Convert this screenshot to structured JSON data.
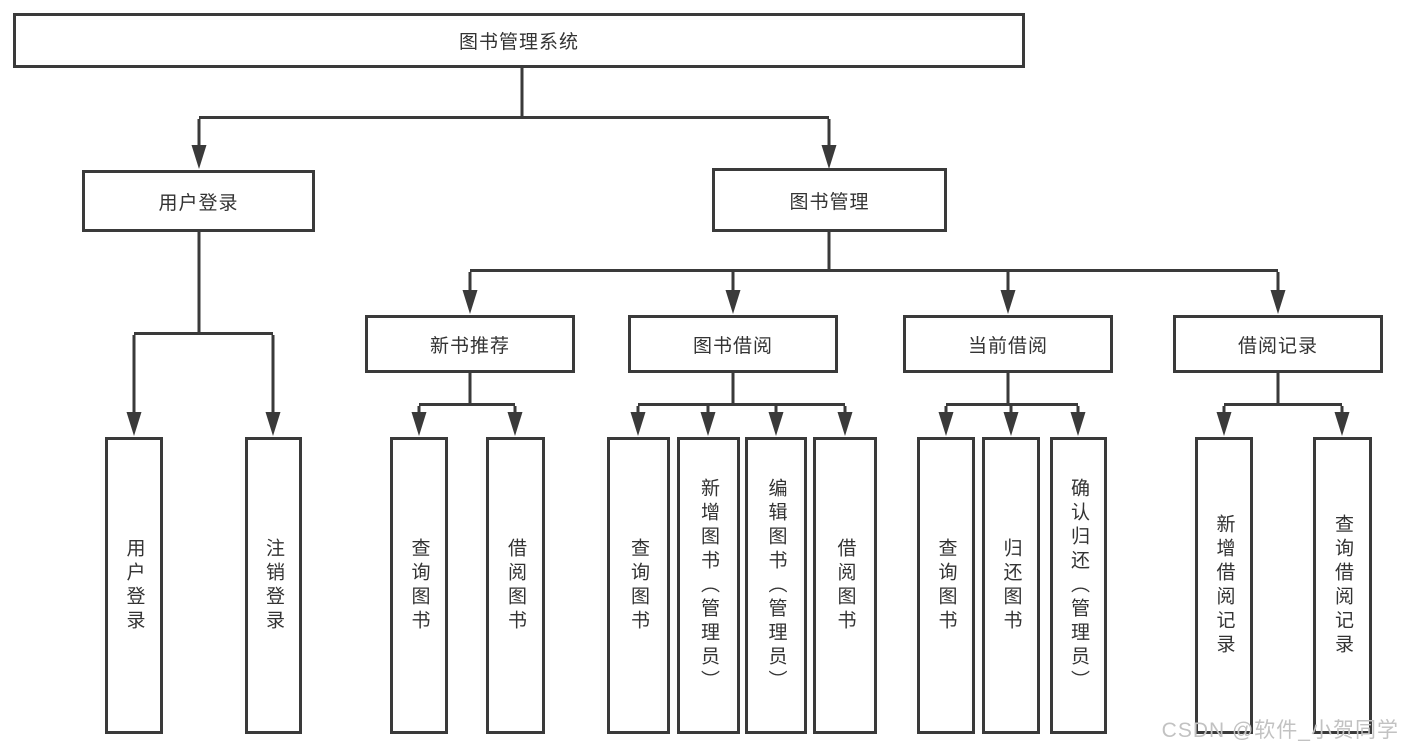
{
  "tree": {
    "label": "图书管理系统",
    "children": [
      {
        "label": "用户登录",
        "children": [
          {
            "label": "用户登录"
          },
          {
            "label": "注销登录"
          }
        ]
      },
      {
        "label": "图书管理",
        "children": [
          {
            "label": "新书推荐",
            "children": [
              {
                "label": "查询图书"
              },
              {
                "label": "借阅图书"
              }
            ]
          },
          {
            "label": "图书借阅",
            "children": [
              {
                "label": "查询图书"
              },
              {
                "label": "新增图书（管理员）"
              },
              {
                "label": "编辑图书（管理员）"
              },
              {
                "label": "借阅图书"
              }
            ]
          },
          {
            "label": "当前借阅",
            "children": [
              {
                "label": "查询图书"
              },
              {
                "label": "归还图书"
              },
              {
                "label": "确认归还（管理员）"
              }
            ]
          },
          {
            "label": "借阅记录",
            "children": [
              {
                "label": "新增借阅记录"
              },
              {
                "label": "查询借阅记录"
              }
            ]
          }
        ]
      }
    ]
  },
  "colors": {
    "line": "#3a3a3a",
    "text": "#333333",
    "watermark": "#c2c2c2"
  },
  "watermark": "CSDN @软件_小贺同学"
}
